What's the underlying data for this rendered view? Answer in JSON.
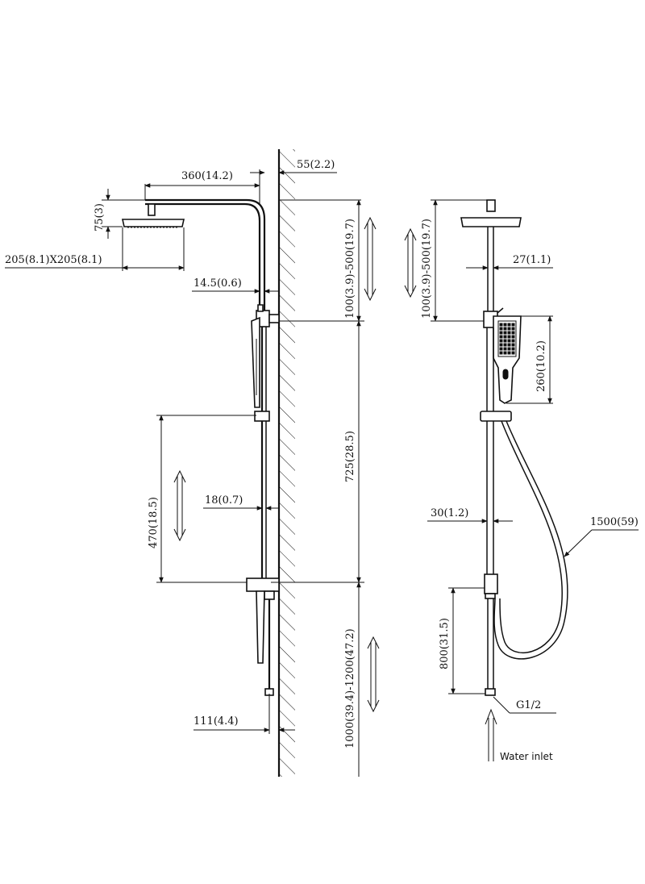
{
  "side_view": {
    "dim_arm": "360(14.2)",
    "dim_wall_gap": "55(2.2)",
    "dim_head_height": "75(3)",
    "dim_head_size": "205(8.1)X205(8.1)",
    "dim_pipe_offset": "14.5(0.6)",
    "dim_riser_adjust": "100(3.9)-500(19.7)",
    "dim_total_height": "725(28.5)",
    "dim_slide_range": "470(18.5)",
    "dim_bar_offset": "18(0.7)",
    "dim_install_height": "1000(39.4)-1200(47.2)",
    "dim_bottom_offset": "111(4.4)"
  },
  "front_view": {
    "dim_riser_adjust": "100(3.9)-500(19.7)",
    "dim_pipe_dia": "27(1.1)",
    "dim_handshower_len": "260(10.2)",
    "dim_bar_dia": "30(1.2)",
    "dim_hose_len": "1500(59)",
    "dim_inlet_height": "800(31.5)",
    "thread_label": "G1/2",
    "water_inlet_label": "Water inlet"
  }
}
